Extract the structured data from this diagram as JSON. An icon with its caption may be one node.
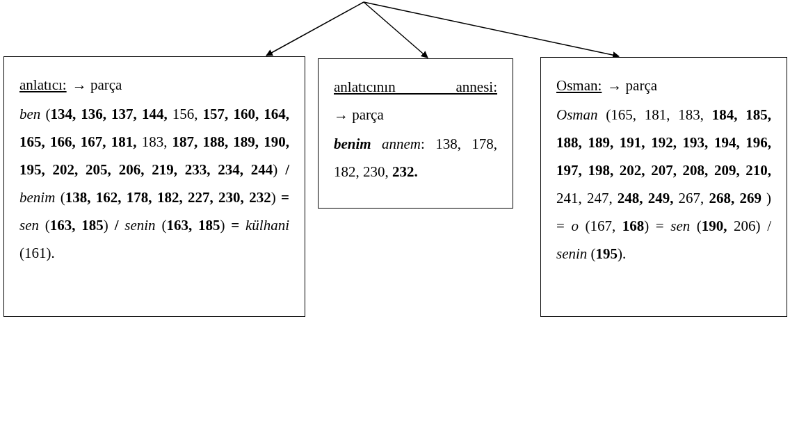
{
  "diagram": {
    "nodes": [
      {
        "text": [
          "anlatıcı:",
          "→ parça",
          "*ben* (**134, 136, 137, 144,** 156, **157, 160, 164, 165, 166, 167, 181,** 183, **187, 188, 189, 190, 195, 202, 205, 206, 219, 233, 234, 244**) **/** *benim* (**138, 162, 178, 182, 227, 230, 232**) **=** *sen* (**163, 185**) **/** *senin* (**163, 185**) **=** *külhani* (161)."
        ]
      },
      {
        "text": [
          "anlatıcının annesi:",
          "→ parça",
          "**benim** *annem*: 138, 178, 182, 230, **232.**"
        ]
      },
      {
        "text": [
          "Osman:",
          "→ parça",
          "*Osman* (165, 181, 183, **184, 185, 188, 189, 191, 192, 193, 194, 196, 197, 198, 202, 207, 208, 209, 210,** 241, 247, **248, 249,** 267, **268, 269** ) = *o* (167, **168**) = *sen* (**190,** 206) / *senin* (**195**)."
        ]
      }
    ],
    "edges": [
      {
        "from": null,
        "to": 0,
        "arrow": "to"
      },
      {
        "from": null,
        "to": 1,
        "arrow": "to"
      },
      {
        "from": null,
        "to": 2,
        "arrow": "to"
      }
    ]
  }
}
